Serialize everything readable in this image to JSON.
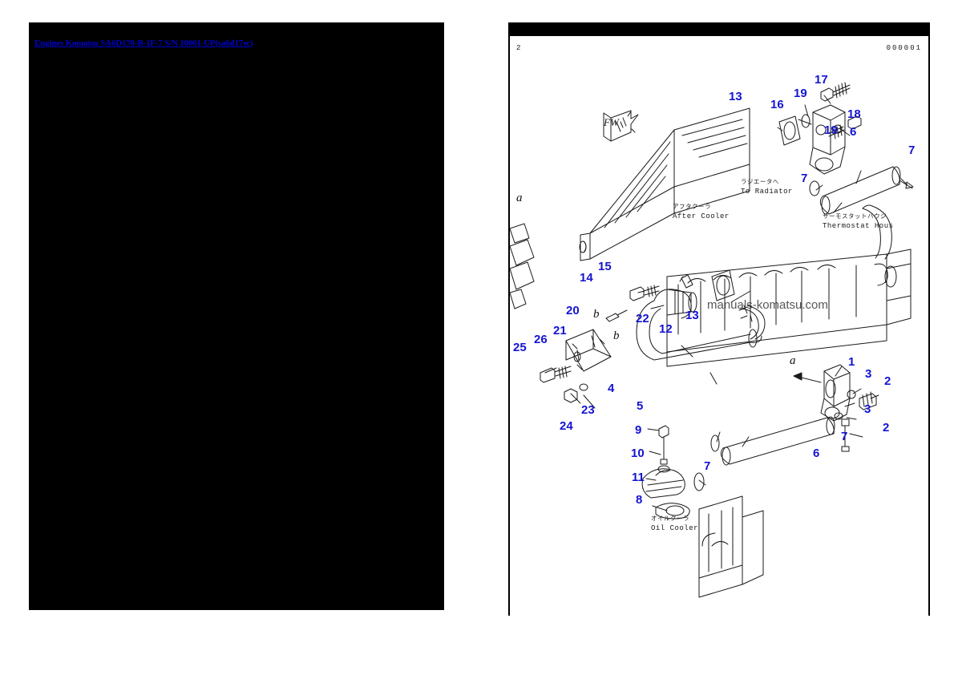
{
  "document": {
    "title_link": "Engines Komatsu SA6D170-B-1F-7 S/N 10001-UP(sa6d17sc)",
    "link_color": "#0000cc"
  },
  "left_panel": {
    "background_color": "#000000"
  },
  "right_panel": {
    "page_number": "2",
    "document_number": "000001",
    "watermark": "manuals-komatsu.com",
    "fw_badge_label": "FW",
    "annotations": [
      {
        "id": "after-cooler",
        "jp": "アフタクーラ",
        "en": "After Cooler"
      },
      {
        "id": "to-radiator",
        "jp": "ラジエータへ",
        "en": "To Radiator"
      },
      {
        "id": "thermostat-housing",
        "jp": "サーモスタットハウジ",
        "en": "Thermostat Hous"
      },
      {
        "id": "oil-cooler",
        "jp": "オイルクーラ",
        "en": "Oil Cooler"
      }
    ],
    "section_letters": [
      {
        "id": "a-left",
        "label": "a"
      },
      {
        "id": "b-left",
        "label": "b"
      },
      {
        "id": "b-mid",
        "label": "b"
      },
      {
        "id": "a-right",
        "label": "a"
      }
    ],
    "callouts": [
      {
        "id": "c17",
        "label": "17"
      },
      {
        "id": "c19a",
        "label": "19"
      },
      {
        "id": "c16",
        "label": "16"
      },
      {
        "id": "c13a",
        "label": "13"
      },
      {
        "id": "c18",
        "label": "18"
      },
      {
        "id": "c19b",
        "label": "19"
      },
      {
        "id": "c6a",
        "label": "6"
      },
      {
        "id": "c7a",
        "label": "7"
      },
      {
        "id": "c7b",
        "label": "7"
      },
      {
        "id": "c14",
        "label": "14"
      },
      {
        "id": "c15",
        "label": "15"
      },
      {
        "id": "c20",
        "label": "20"
      },
      {
        "id": "c22",
        "label": "22"
      },
      {
        "id": "c12",
        "label": "12"
      },
      {
        "id": "c13b",
        "label": "13"
      },
      {
        "id": "c21",
        "label": "21"
      },
      {
        "id": "c26",
        "label": "26"
      },
      {
        "id": "c25",
        "label": "25"
      },
      {
        "id": "c4",
        "label": "4"
      },
      {
        "id": "c5",
        "label": "5"
      },
      {
        "id": "c23",
        "label": "23"
      },
      {
        "id": "c24",
        "label": "24"
      },
      {
        "id": "c1",
        "label": "1"
      },
      {
        "id": "c3a",
        "label": "3"
      },
      {
        "id": "c2a",
        "label": "2"
      },
      {
        "id": "c3b",
        "label": "3"
      },
      {
        "id": "c2b",
        "label": "2"
      },
      {
        "id": "c7c",
        "label": "7"
      },
      {
        "id": "c6b",
        "label": "6"
      },
      {
        "id": "c9",
        "label": "9"
      },
      {
        "id": "c10",
        "label": "10"
      },
      {
        "id": "c11",
        "label": "11"
      },
      {
        "id": "c8",
        "label": "8"
      },
      {
        "id": "c7d",
        "label": "7"
      }
    ],
    "callout_color": "#1414d2"
  }
}
